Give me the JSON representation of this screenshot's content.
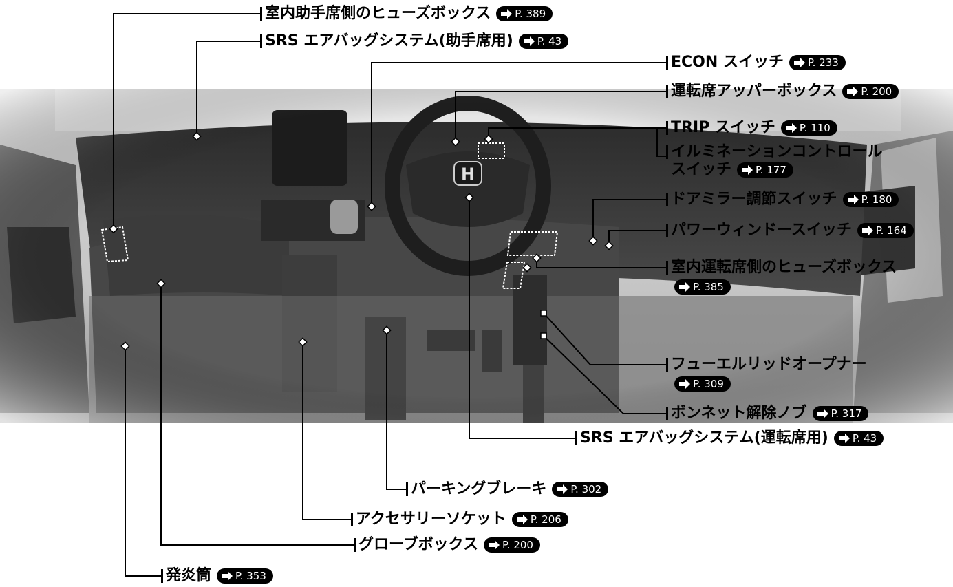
{
  "callouts": {
    "fusebox_passenger": {
      "label": "室内助手席側のヒューズボックス",
      "ref": "P. 389"
    },
    "airbag_passenger": {
      "label": "SRS エアバッグシステム(助手席用)",
      "ref": "P. 43"
    },
    "econ": {
      "label": "ECON スイッチ",
      "ref": "P. 233"
    },
    "upper_box": {
      "label": "運転席アッパーボックス",
      "ref": "P. 200"
    },
    "trip": {
      "label": "TRIP スイッチ",
      "ref": "P. 110"
    },
    "illumination": {
      "label_line1": "イルミネーションコントロール",
      "label_line2": "スイッチ",
      "ref": "P. 177"
    },
    "mirror": {
      "label": "ドアミラー調節スイッチ",
      "ref": "P. 180"
    },
    "power_window": {
      "label": "パワーウィンドースイッチ",
      "ref": "P. 164"
    },
    "fusebox_driver": {
      "label": "室内運転席側のヒューズボックス",
      "ref": "P. 385"
    },
    "fuel_lid": {
      "label": "フューエルリッドオープナー",
      "ref": "P. 309"
    },
    "hood": {
      "label": "ボンネット解除ノブ",
      "ref": "P. 317"
    },
    "airbag_driver": {
      "label": "SRS エアバッグシステム(運転席用)",
      "ref": "P. 43"
    },
    "parking_brake": {
      "label": "パーキングブレーキ",
      "ref": "P. 302"
    },
    "accessory": {
      "label": "アクセサリーソケット",
      "ref": "P. 206"
    },
    "glovebox": {
      "label": "グローブボックス",
      "ref": "P. 200"
    },
    "flare": {
      "label": "発炎筒",
      "ref": "P. 353"
    }
  },
  "photo": {
    "emblem": "H",
    "colors": {
      "background": "#bdbdbd",
      "dash": "#3a3a3a",
      "lines": "#000000",
      "dots": "#ffffff"
    }
  }
}
